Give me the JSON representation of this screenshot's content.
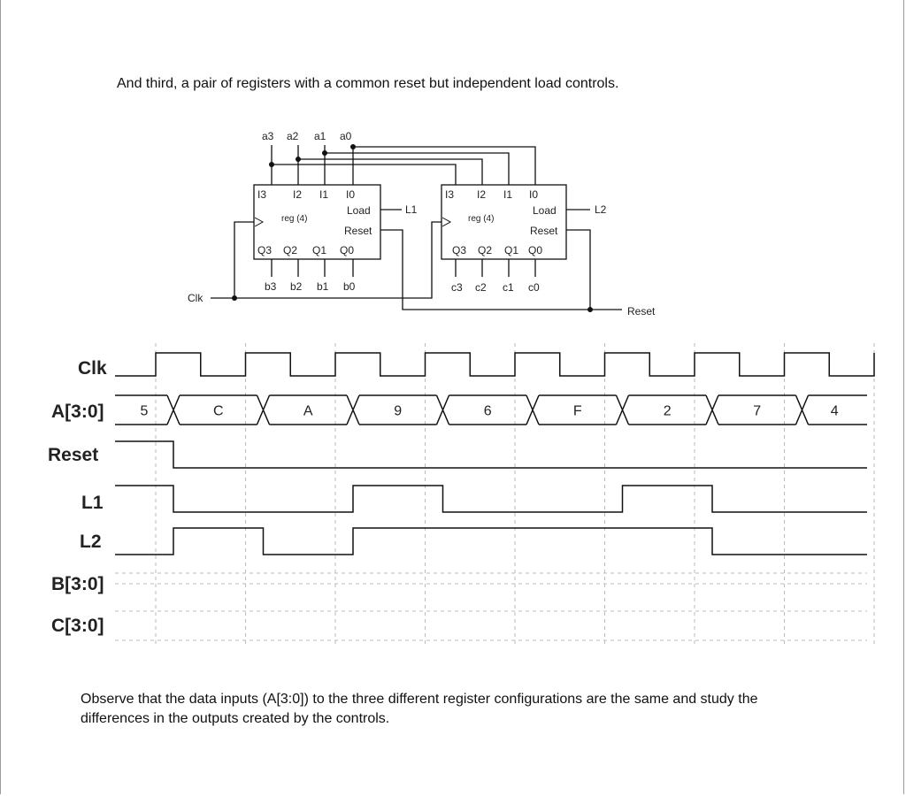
{
  "text": {
    "intro": "And third, a pair of registers with a common reset but independent load controls.",
    "outro": "Observe that the data inputs (A[3:0]) to the three different register configurations are the same and study the differences in the outputs created by the controls."
  },
  "schematic": {
    "inputs": [
      "a3",
      "a2",
      "a1",
      "a0"
    ],
    "reg_b": {
      "pins_in": [
        "I3",
        "I2",
        "I1",
        "I0"
      ],
      "pins_out": [
        "Q3",
        "Q2",
        "Q1",
        "Q0"
      ],
      "outputs": [
        "b3",
        "b2",
        "b1",
        "b0"
      ],
      "name": "reg (4)",
      "load": "Load",
      "reset": "Reset",
      "load_signal": "L1"
    },
    "reg_c": {
      "pins_in": [
        "I3",
        "I2",
        "I1",
        "I0"
      ],
      "pins_out": [
        "Q3",
        "Q2",
        "Q1",
        "Q0"
      ],
      "outputs": [
        "c3",
        "c2",
        "c1",
        "c0"
      ],
      "name": "reg (4)",
      "load": "Load",
      "reset": "Reset",
      "load_signal": "L2"
    },
    "clk": "Clk",
    "reset": "Reset"
  },
  "timing": {
    "signals": [
      "Clk",
      "A[3:0]",
      "Reset",
      "L1",
      "L2",
      "B[3:0]",
      "C[3:0]"
    ],
    "a_values": [
      "5",
      "C",
      "A",
      "9",
      "6",
      "F",
      "2",
      "7",
      "4"
    ],
    "reset_levels": [
      1,
      0,
      0,
      0,
      0,
      0,
      0,
      0,
      0
    ],
    "l1_levels": [
      1,
      0,
      0,
      1,
      0,
      0,
      1,
      0,
      0
    ],
    "l2_levels": [
      0,
      1,
      0,
      1,
      1,
      1,
      1,
      0,
      0
    ],
    "clock_periods": 8
  }
}
